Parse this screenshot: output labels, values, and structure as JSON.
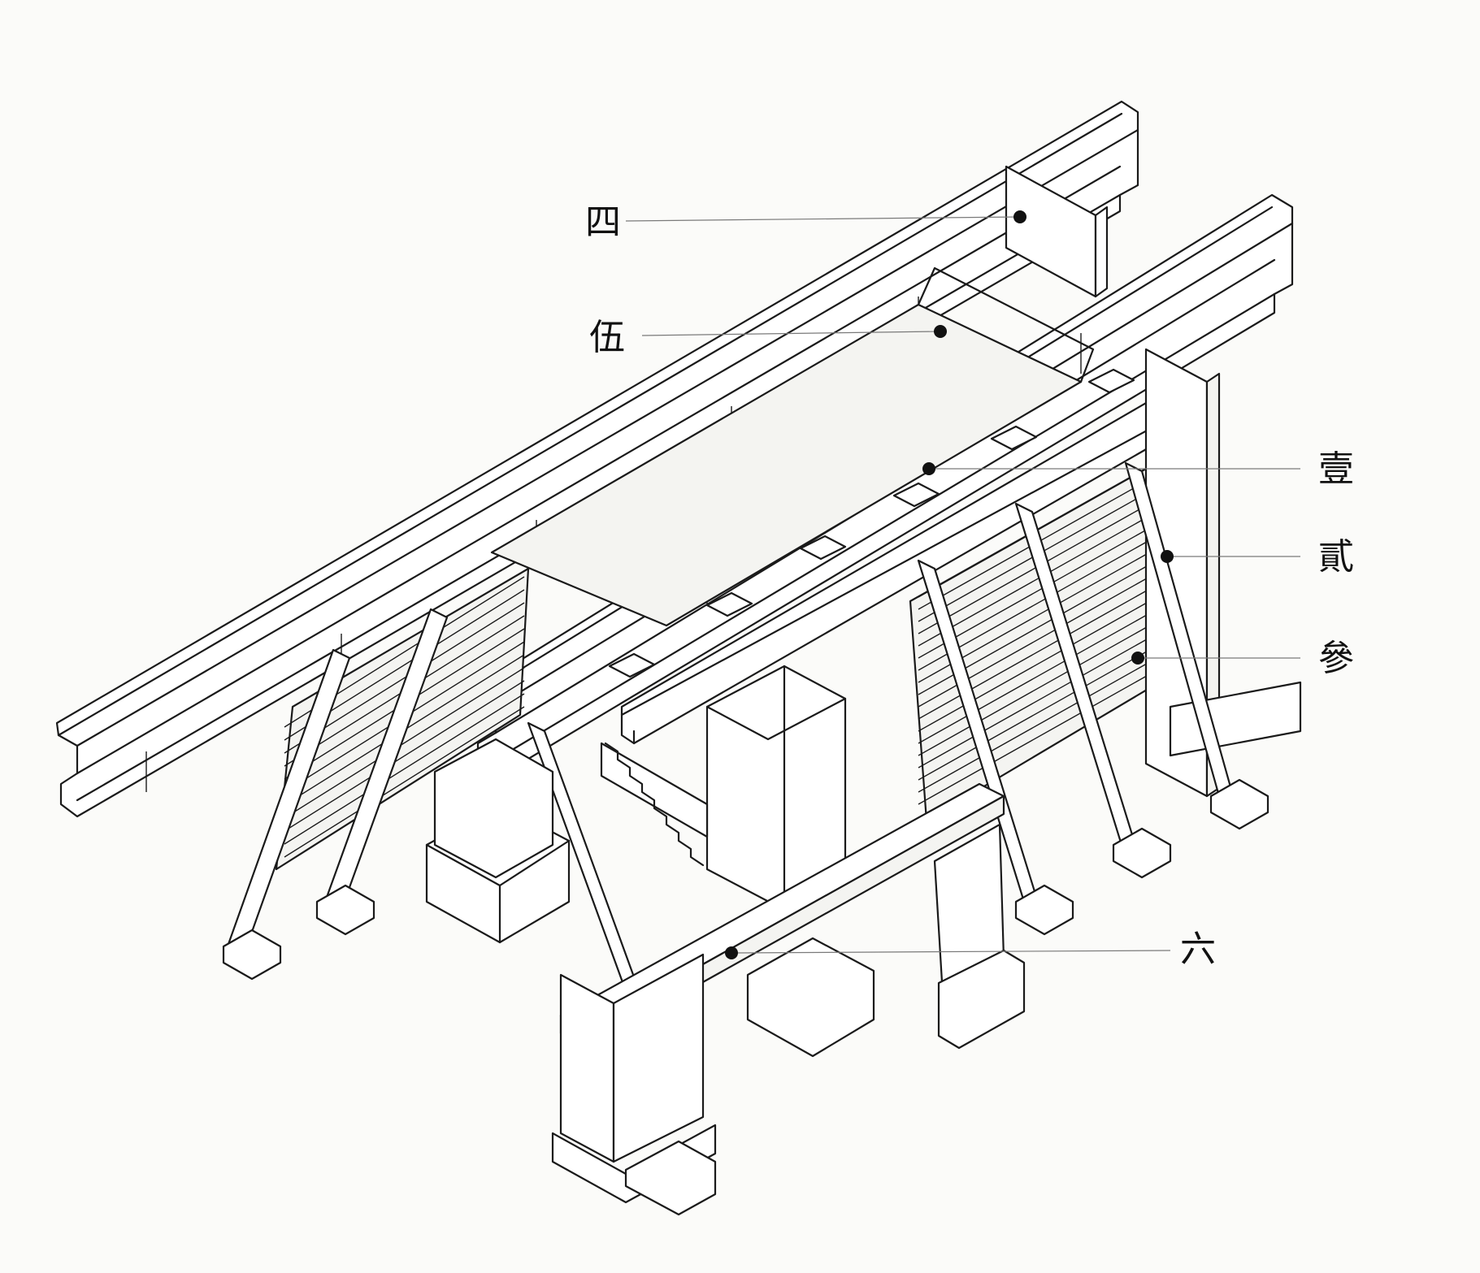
{
  "callouts": [
    {
      "id": "shi",
      "label": "四"
    },
    {
      "id": "wu",
      "label": "伍"
    },
    {
      "id": "yi",
      "label": "壹"
    },
    {
      "id": "er",
      "label": "貳"
    },
    {
      "id": "san",
      "label": "參"
    },
    {
      "id": "liu",
      "label": "六"
    }
  ],
  "colors": {
    "line": "#1a1a1a",
    "leader": "#7a7a7a",
    "background": "#fbfbf9"
  }
}
